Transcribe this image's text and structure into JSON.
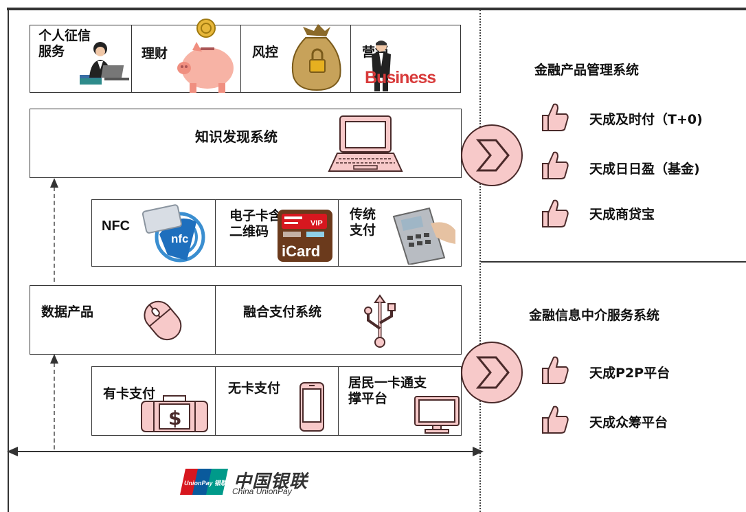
{
  "left": {
    "top_row": [
      {
        "label": "个人征信服务",
        "icon": "business-woman-laptop-icon"
      },
      {
        "label": "理财",
        "icon": "piggy-bank-icon"
      },
      {
        "label": "风控",
        "icon": "money-bag-lock-icon"
      },
      {
        "label": "营销",
        "icon": "business-man-icon",
        "art_text": "Business"
      }
    ],
    "knowledge": {
      "label": "知识发现系统",
      "icon": "laptop-icon"
    },
    "mid_row": [
      {
        "label": "NFC",
        "icon": "nfc-phone-icon",
        "art_text": "nfc"
      },
      {
        "label": "电子卡含二维码",
        "icon": "icard-icon",
        "art_text_top": "VIP",
        "art_text": "iCard"
      },
      {
        "label": "传统支付",
        "icon": "pos-terminal-icon"
      }
    ],
    "data_product": {
      "label": "数据产品",
      "icon": "mouse-icon"
    },
    "fusion": {
      "label": "融合支付系统",
      "icon": "usb-icon"
    },
    "bottom_row": [
      {
        "label": "有卡支付",
        "icon": "wallet-icon"
      },
      {
        "label": "无卡支付",
        "icon": "smartphone-icon"
      },
      {
        "label": "居民一卡通支撑平台",
        "icon": "monitor-icon"
      }
    ],
    "footer": {
      "brand_cn": "中国银联",
      "brand_en": "China UnionPay",
      "logo_text": "UnionPay 银联"
    }
  },
  "right": {
    "sections": [
      {
        "title": "金融产品管理系统",
        "items": [
          "天成及时付（T+0)",
          "天成日日盈（基金)",
          "天成商贷宝"
        ]
      },
      {
        "title": "金融信息中介服务系统",
        "items": [
          "天成P2P平台",
          "天成众筹平台"
        ]
      }
    ]
  },
  "colors": {
    "accent_pink": "#f7c9c9",
    "unionpay_red": "#d7171f",
    "unionpay_blue": "#0a5a9c",
    "unionpay_teal": "#009a8a"
  }
}
